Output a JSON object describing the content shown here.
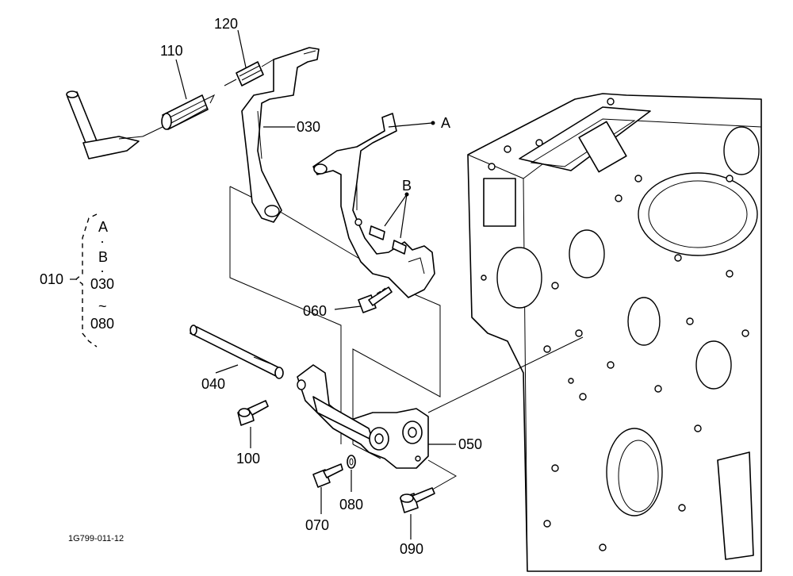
{
  "parts": [
    {
      "key": "p120",
      "label": "120"
    },
    {
      "key": "p110",
      "label": "110"
    },
    {
      "key": "p030",
      "label": "030"
    },
    {
      "key": "pA",
      "label": "A"
    },
    {
      "key": "pB",
      "label": "B"
    },
    {
      "key": "p060",
      "label": "060"
    },
    {
      "key": "p040",
      "label": "040"
    },
    {
      "key": "p100",
      "label": "100"
    },
    {
      "key": "p050",
      "label": "050"
    },
    {
      "key": "p070",
      "label": "070"
    },
    {
      "key": "p080",
      "label": "080"
    },
    {
      "key": "p090",
      "label": "090"
    }
  ],
  "assembly": {
    "number": "010",
    "lines": [
      "A",
      "·",
      "B",
      "·",
      "030",
      "~",
      "080"
    ]
  },
  "drawing_code": "1G799-011-12"
}
